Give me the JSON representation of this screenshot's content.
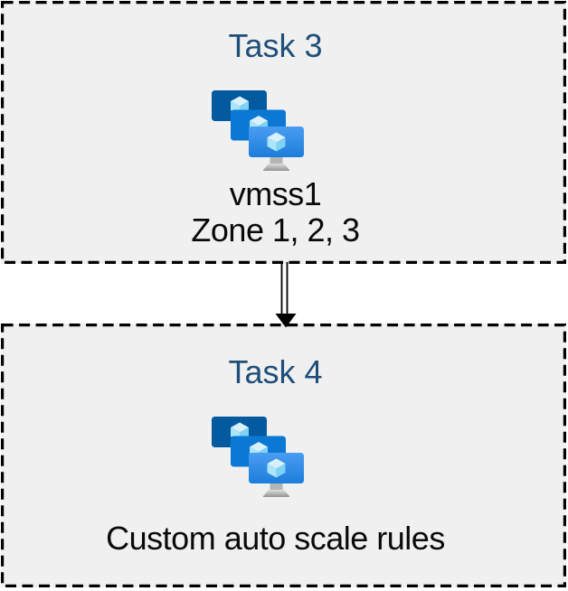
{
  "diagram": {
    "colors": {
      "background": "#ffffff",
      "box_fill": "#f0f0f0",
      "box_border": "#000000",
      "title": "#1f4e79",
      "body_text": "#0a0a0a",
      "arrow": "#000000"
    },
    "icon": {
      "name": "azure-vm-scale-sets-icon",
      "monitor_back": "#045a9e",
      "monitor_middle": "#0b79d4",
      "monitor_front_top": "#4a9df1",
      "monitor_front_bottom": "#1c7dda",
      "cube_top": "#d8f1fc",
      "cube_left": "#abe5f8",
      "cube_right": "#7fd2f3",
      "stand_neck": "#b5b5b5",
      "stand_base_top": "#e0e0e0",
      "stand_base_bottom": "#929292"
    },
    "nodes": [
      {
        "title": "Task 3",
        "label_lines": [
          "vmss1",
          "Zone 1, 2, 3"
        ]
      },
      {
        "title": "Task 4",
        "label_lines": [
          "Custom auto scale rules"
        ]
      }
    ],
    "connector": {
      "type": "double-line-arrow",
      "direction": "down"
    }
  }
}
